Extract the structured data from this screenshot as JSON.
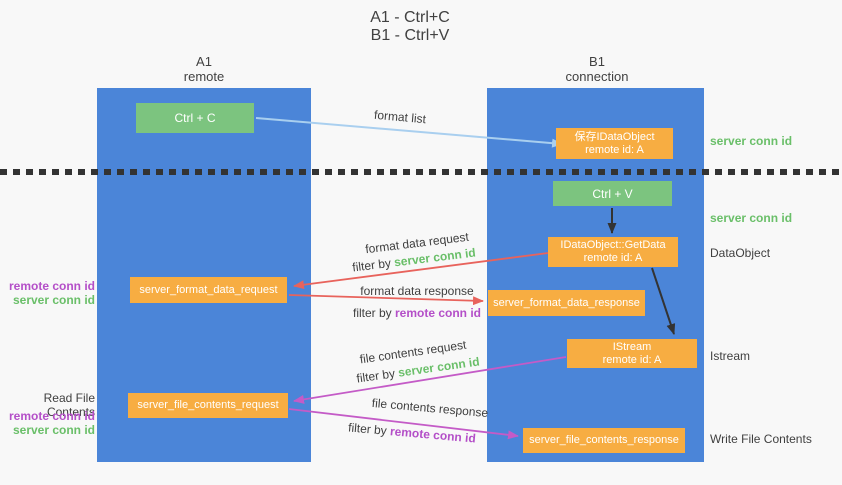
{
  "title": {
    "line1": "A1 - Ctrl+C",
    "line2": "B1 - Ctrl+V"
  },
  "columns": {
    "left": {
      "name": "A1",
      "subtitle": "remote"
    },
    "right": {
      "name": "B1",
      "subtitle": "connection"
    }
  },
  "nodes": {
    "ctrl_c": "Ctrl + C",
    "ctrl_v": "Ctrl + V",
    "save_idataobject": {
      "line1": "保存IDataObject",
      "line2": "remote id: A"
    },
    "getdata": {
      "line1": "IDataObject::GetData",
      "line2": "remote id: A"
    },
    "istream": {
      "line1": "IStream",
      "line2": "remote id: A"
    },
    "server_format_data_request": "server_format_data_request",
    "server_format_data_response": "server_format_data_response",
    "server_file_contents_request": "server_file_contents_request",
    "server_file_contents_response": "server_file_contents_response"
  },
  "flows": {
    "format_list": {
      "label": "format list"
    },
    "format_data_request": {
      "label": "format data request",
      "filter_prefix": "filter by ",
      "filter_key": "server conn id"
    },
    "format_data_response": {
      "label": "format data response",
      "filter_prefix": "filter by ",
      "filter_key": "remote conn id"
    },
    "file_contents_request": {
      "label": "file contents request",
      "filter_prefix": "filter by ",
      "filter_key": "server conn id"
    },
    "file_contents_response": {
      "label": "file contents response",
      "filter_prefix": "filter by ",
      "filter_key": "remote conn id"
    }
  },
  "left_annotations": {
    "format_request_ids": [
      "remote conn id",
      "server conn id"
    ],
    "read_file_contents": "Read File Contents",
    "file_request_ids": [
      "remote conn id",
      "server conn id"
    ]
  },
  "right_annotations": {
    "clipboard_server_conn_id": "server conn id",
    "paste_server_conn_id": "server conn id",
    "dataobject": "DataObject",
    "istream": "Istream",
    "write_file_contents": "Write File Contents"
  },
  "colors": {
    "lane_blue": "#4b85d8",
    "node_green": "#7cc47f",
    "node_orange": "#f7ad42",
    "accent_green": "#6abf69",
    "accent_purple": "#b44fc8",
    "arrow_red": "#e8635c",
    "arrow_purple": "#c45bc7",
    "arrow_light_blue": "#a9cfef",
    "arrow_black": "#333333"
  }
}
